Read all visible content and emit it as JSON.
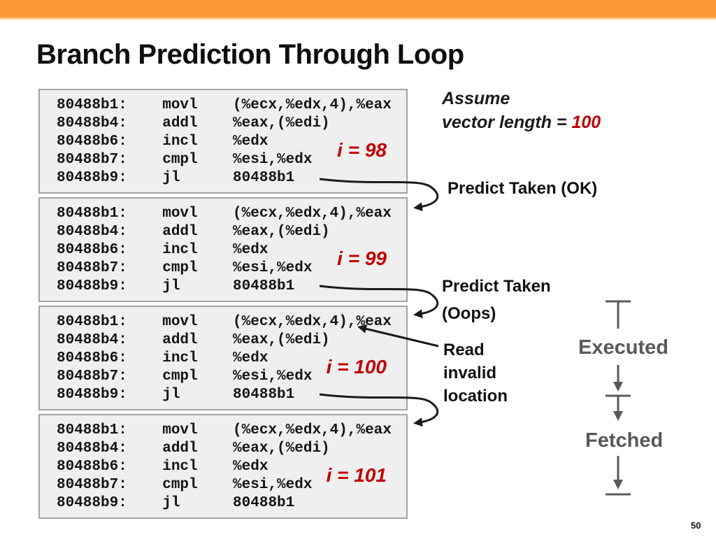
{
  "slide": {
    "title": "Branch Prediction Through Loop",
    "page_number": "50"
  },
  "code_block": {
    "lines": [
      {
        "addr": "80488b1:",
        "op": "movl",
        "args": "(%ecx,%edx,4),%eax"
      },
      {
        "addr": "80488b4:",
        "op": "addl",
        "args": "%eax,(%edi)"
      },
      {
        "addr": "80488b6:",
        "op": "incl",
        "args": "%edx"
      },
      {
        "addr": "80488b7:",
        "op": "cmpl",
        "args": "%esi,%edx"
      },
      {
        "addr": "80488b9:",
        "op": "jl",
        "args": "80488b1"
      }
    ]
  },
  "iterations": [
    {
      "label": "i = 98"
    },
    {
      "label": "i = 99"
    },
    {
      "label": "i = 100"
    },
    {
      "label": "i = 101"
    }
  ],
  "annotations": {
    "assume_line1": "Assume",
    "assume_prefix": "vector length = ",
    "assume_value": "100",
    "predict_ok": "Predict Taken (OK)",
    "predict_oops_line1": "Predict Taken",
    "predict_oops_line2": "(Oops)",
    "read_invalid_line1": "Read",
    "read_invalid_line2": "invalid",
    "read_invalid_line3": "location",
    "executed": "Executed",
    "fetched": "Fetched"
  },
  "colors": {
    "accent_orange": "#FB9939",
    "accent_orange_light": "#FDC98E",
    "highlight_red": "#C00000",
    "gray_label": "#595959",
    "code_block_bg": "#EFEFEF",
    "code_block_border": "#A3A3A3"
  }
}
